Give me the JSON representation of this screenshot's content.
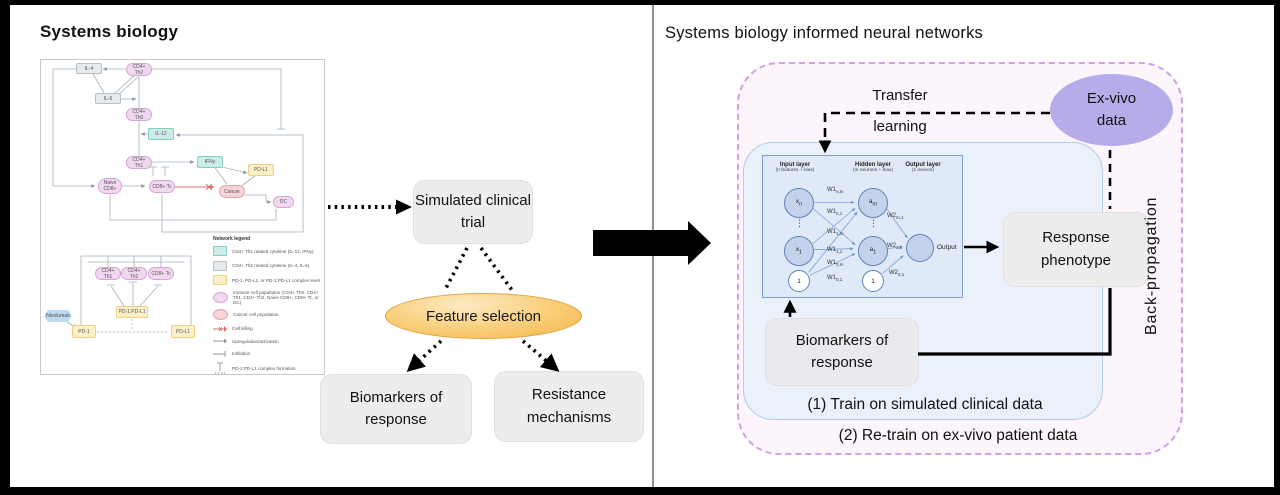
{
  "colors": {
    "frame": "#000000",
    "gray_box": "#ededed",
    "feature_orange": "#f6bc54",
    "dashed_border_purple": "#d2a0e4",
    "blue_fill": "#eaf1fb",
    "nn_fill": "#dfe9f7",
    "ex_vivo_purple": "#b6ace9",
    "kill_red": "#dd6b6b"
  },
  "left_panel": {
    "title": "Systems biology",
    "flow": {
      "simulated_clinical_trial": "Simulated clinical trial",
      "feature_selection": "Feature selection",
      "biomarkers_of_response": "Biomarkers of response",
      "resistance_mechanisms": "Resistance mechanisms"
    },
    "network": {
      "top_nodes": [
        {
          "label": "IL-4"
        },
        {
          "label": "CD4+ Th2"
        },
        {
          "label": "IL-6"
        },
        {
          "label": "CD4+ Th0"
        },
        {
          "label": "IL-12"
        },
        {
          "label": "CD4+ Th1"
        },
        {
          "label": "IFNγ"
        },
        {
          "label": "PD-L1"
        },
        {
          "label": "Naive CD8+"
        },
        {
          "label": "CD8+ Tc"
        },
        {
          "label": "Cancer"
        },
        {
          "label": "DC"
        }
      ],
      "bottom_nodes": [
        {
          "label": "CD4+ Th1"
        },
        {
          "label": "CD4+ Th2"
        },
        {
          "label": "CD8+ Tc"
        },
        {
          "label": "PD-1:PD-L1"
        },
        {
          "label": "Nivolumab"
        },
        {
          "label": "PD-1"
        },
        {
          "label": "PD-L1"
        }
      ],
      "legend": {
        "title": "Network legend",
        "items": [
          {
            "label": "CD4+ Th1 related cytokine (IL-12, IFNγ)"
          },
          {
            "label": "CD4+ Th2 related cytokine (IL-4, IL-6)"
          },
          {
            "label": "PD-1, PD-L1, or PD-1:PD-L1 complex level"
          },
          {
            "label": "Immune cell population (CD4+ Th0, CD4+ Th1, CD4+ Th2, Naive CD8+, CD8+ Tc, or DC)"
          },
          {
            "label": "Cancer cell population"
          },
          {
            "label": "Cell killing"
          },
          {
            "label": "Upregulation/activation"
          },
          {
            "label": "Inhibition"
          },
          {
            "label": "PD-1:PD-L1 complex formation"
          }
        ]
      }
    }
  },
  "right_panel": {
    "title": "Systems biology informed neural networks",
    "transfer_learning": "Transfer learning",
    "ex_vivo": "Ex-vivo data",
    "back_propagation": "Back-propagation",
    "response_phenotype": "Response phenotype",
    "biomarkers_of_response": "Biomarkers of response",
    "step1": "(1) Train on simulated clinical data",
    "step2": "(2) Re-train on ex-vivo patient data",
    "nn": {
      "layers": [
        {
          "title": "Input layer",
          "subtitle": "(n features + bias)"
        },
        {
          "title": "Hidden layer",
          "subtitle": "(m neurons + bias)"
        },
        {
          "title": "Output layer",
          "subtitle": "(1 neuron)"
        }
      ],
      "nodes": {
        "x_top": {
          "base": "x",
          "sub": "n"
        },
        "x_bottom": {
          "base": "x",
          "sub": "1"
        },
        "input_bias": "1",
        "a_top": {
          "base": "a",
          "sub": "m"
        },
        "a_bottom": {
          "base": "a",
          "sub": "1"
        },
        "hidden_bias": "1",
        "output_label": "Output"
      },
      "weights_l1": [
        {
          "base": "W1",
          "sub": "n,m"
        },
        {
          "base": "W1",
          "sub": "n,1"
        },
        {
          "base": "W1",
          "sub": "1,m"
        },
        {
          "base": "W1",
          "sub": "1,1"
        },
        {
          "base": "W1",
          "sub": "0,m"
        },
        {
          "base": "W1",
          "sub": "0,1"
        }
      ],
      "weights_l2": [
        {
          "base": "W2",
          "sub": "m,1"
        },
        {
          "base": "W2",
          "sub": "1,1"
        },
        {
          "base": "W2",
          "sub": "0,1"
        }
      ]
    }
  }
}
